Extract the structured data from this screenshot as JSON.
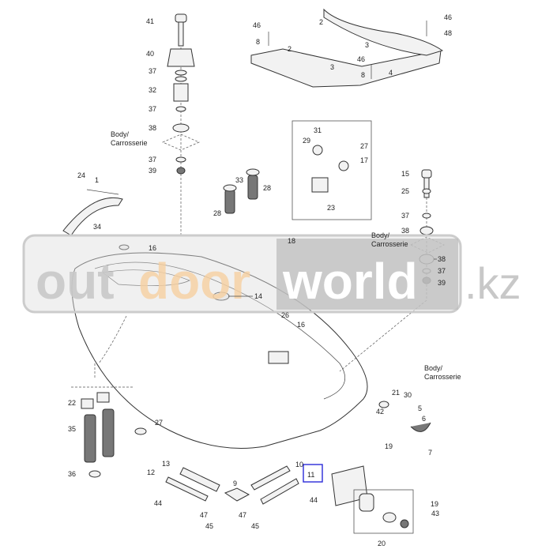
{
  "watermark": {
    "part1": "out",
    "part2": "door",
    "part3": "world",
    "part4": ".kz"
  },
  "body_label": {
    "line1": "Body/",
    "line2": "Carrosserie"
  },
  "labels": {
    "c41": "41",
    "c40": "40",
    "c37a": "37",
    "c32": "32",
    "c37b": "37",
    "c38a": "38",
    "c37c": "37",
    "c39a": "39",
    "c24": "24",
    "c1": "1",
    "c34": "34",
    "c33": "33",
    "c28a": "28",
    "c28b": "28",
    "c46a": "46",
    "c8a": "8",
    "c2a": "2",
    "c3a": "3",
    "c2b": "2",
    "c3b": "3",
    "c46b": "46",
    "c8b": "8",
    "c4": "4",
    "c46c": "46",
    "c48": "48",
    "c31": "31",
    "c29": "29",
    "c27a": "27",
    "c17": "17",
    "c23": "23",
    "c15": "15",
    "c25": "25",
    "c37d": "37",
    "c38b": "38",
    "c38c": "38",
    "c37e": "37",
    "c39b": "39",
    "c16a": "16",
    "c18": "18",
    "c14": "14",
    "c26": "26",
    "c16b": "16",
    "c21": "21",
    "c30": "30",
    "c5": "5",
    "c42": "42",
    "c6": "6",
    "c19a": "19",
    "c7": "7",
    "c22": "22",
    "c27b": "27",
    "c35": "35",
    "c36": "36",
    "c13": "13",
    "c12": "12",
    "c9": "9",
    "c10": "10",
    "c11": "11",
    "c44a": "44",
    "c47a": "47",
    "c45a": "45",
    "c47b": "47",
    "c45b": "45",
    "c44b": "44",
    "c20": "20",
    "c19b": "19",
    "c43": "43"
  },
  "highlight": {
    "part": "11",
    "color": "#2a2ad8"
  }
}
